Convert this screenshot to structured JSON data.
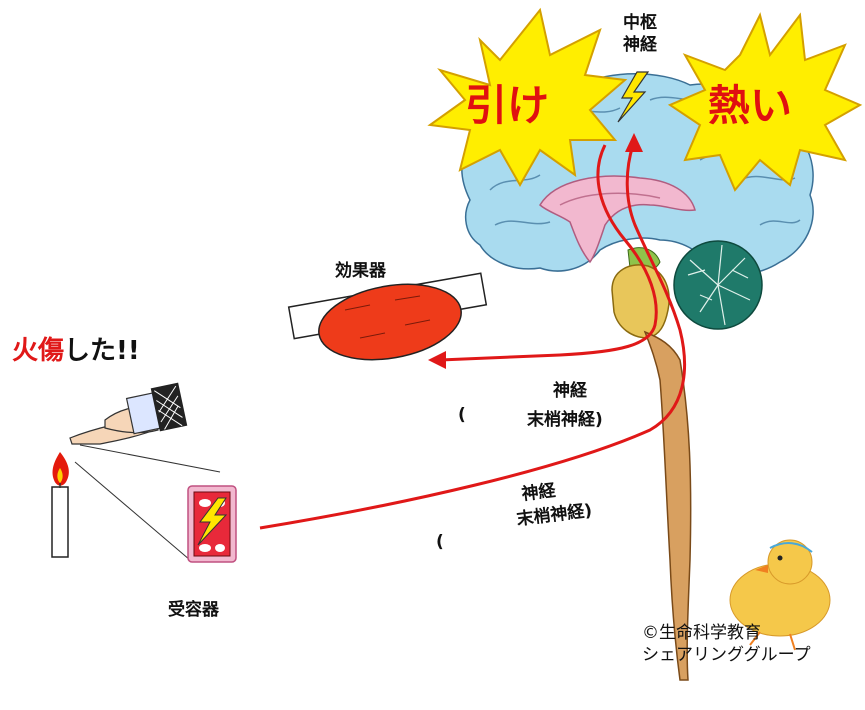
{
  "labels": {
    "central_line1": "中枢",
    "central_line2": "神経",
    "burst_left": "引け",
    "burst_right": "熱い",
    "effector": "効果器",
    "burn_part1": "火傷",
    "burn_part2": "した!!",
    "efferent_line1": "神経",
    "efferent_paren": "(",
    "efferent_line2": "末梢神経)",
    "afferent_line1": "神経",
    "afferent_paren": "(",
    "afferent_line2": "末梢神経)",
    "receptor": "受容器"
  },
  "credit": {
    "line1": "©生命科学教育",
    "line2": "シェアリンググループ"
  },
  "colors": {
    "cerebrum": "#a9dbef",
    "limbic": "#f2b8cf",
    "cerebellum": "#1f7a6a",
    "brainstem": "#e8c65a",
    "spinal_cord": "#d8a060",
    "pathway": "#e01818",
    "effector": "#ee3b1a",
    "burst": "#ffee00",
    "chick": "#f5c84a"
  }
}
